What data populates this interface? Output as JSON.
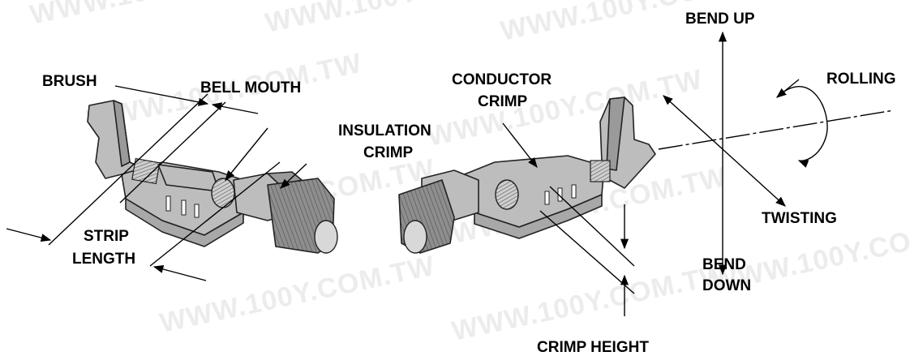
{
  "watermark": "WWW.100Y.COM.TW",
  "left_figure": {
    "brush": "BRUSH",
    "bell_mouth": "BELL MOUTH",
    "insulation_crimp": [
      "INSULATION",
      "CRIMP"
    ],
    "strip_length": [
      "STRIP",
      "LENGTH"
    ]
  },
  "middle_figure": {
    "conductor_crimp": [
      "CONDUCTOR",
      "CRIMP"
    ],
    "crimp_height": "CRIMP HEIGHT"
  },
  "right_figure": {
    "bend_up": "BEND UP",
    "rolling": "ROLLING",
    "twisting": "TWISTING",
    "bend_down": [
      "BEND",
      "DOWN"
    ]
  }
}
